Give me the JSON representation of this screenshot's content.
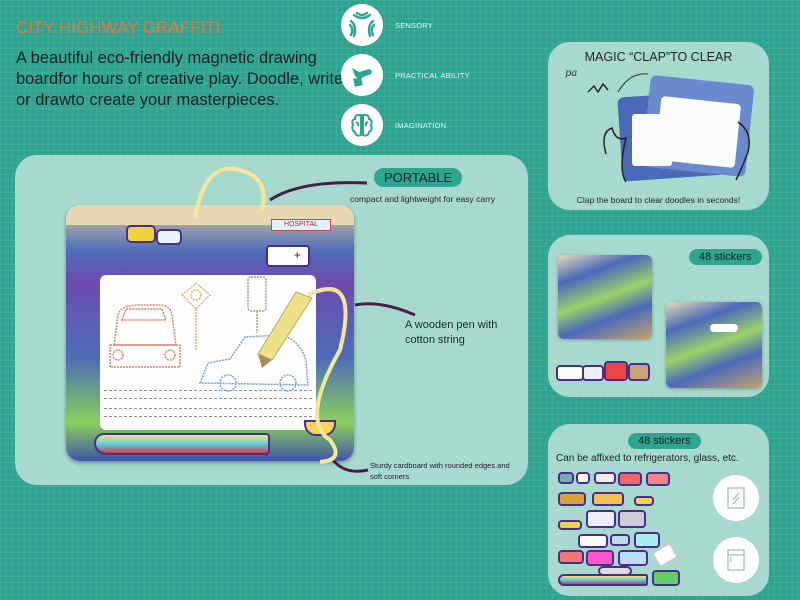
{
  "header": {
    "title": "CITY HIGHWAY GRAFFITI",
    "description": "A beautiful eco-friendly magnetic drawing boardfor hours of creative play. Doodle, write or drawto create your masterpieces."
  },
  "features": [
    {
      "icon": "sensory-icon",
      "label": "SENSORY"
    },
    {
      "icon": "hand-block-icon",
      "label": "PRACTICAL ABILITY"
    },
    {
      "icon": "brain-icon",
      "label": "IMAGINATION"
    }
  ],
  "main_panel": {
    "portable_badge": "PORTABLE",
    "portable_text": "compact and lightweight for easy carry",
    "pen_text": "A wooden pen with cotton string",
    "cardboard_text": "Sturdy cardboard with rounded edges and soft corners",
    "board_sign_text": "HOSPITAL"
  },
  "clap_panel": {
    "title": "MAGIC “CLAP”TO CLEAR",
    "sound_text": "pa",
    "caption": "Clap the board to clear doodles in seconds!"
  },
  "sticker_panel_1": {
    "badge": "48  stickers"
  },
  "sticker_panel_2": {
    "badge": "48  stickers",
    "caption": "Can be affixed to refrigerators, glass, etc.",
    "targets": [
      {
        "icon": "glass-window-icon"
      },
      {
        "icon": "refrigerator-icon"
      }
    ]
  },
  "colors": {
    "background": "#2fa591",
    "panel": "#a8d9cf",
    "title": "#e8763e",
    "pill": "#2fa591",
    "arrow": "#4a1f45",
    "string": "#f3e89a"
  }
}
